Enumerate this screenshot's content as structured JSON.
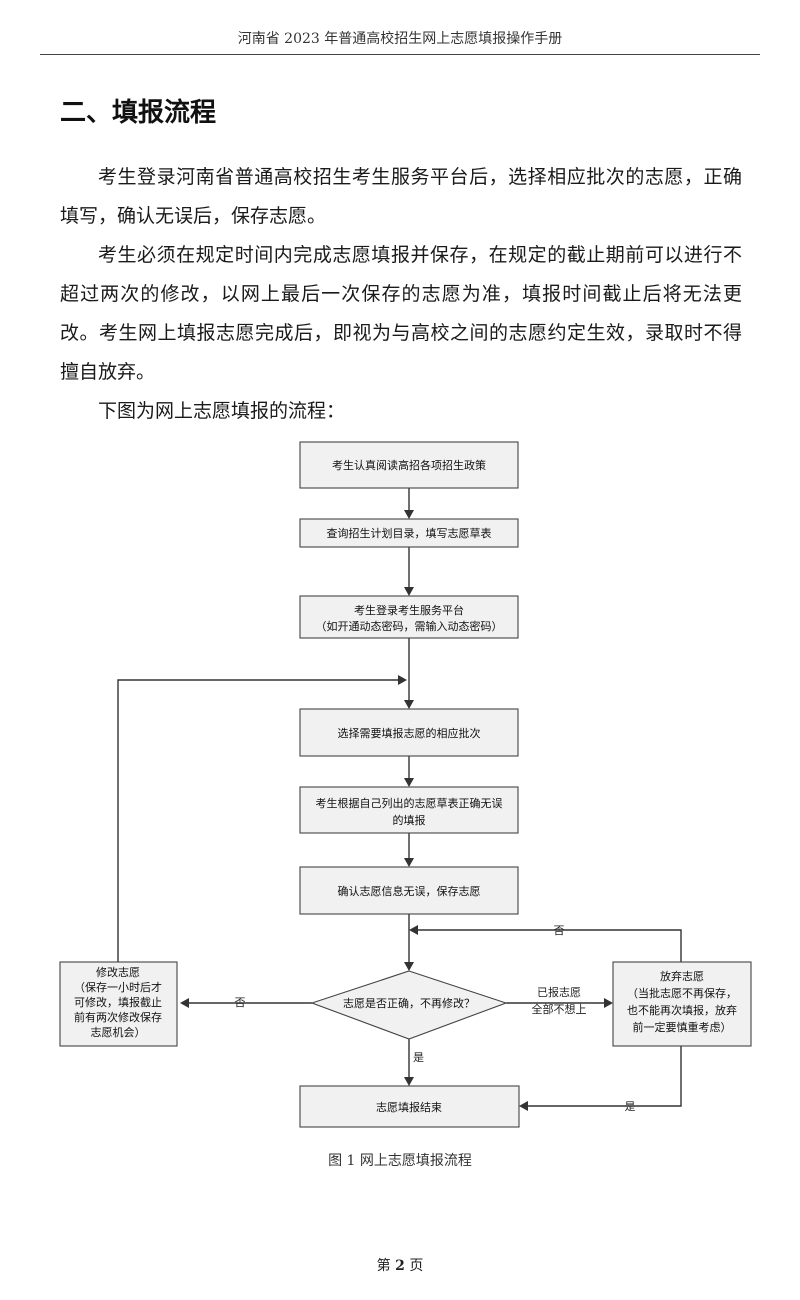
{
  "header": "河南省 2023 年普通高校招生网上志愿填报操作手册",
  "section_title": "二、填报流程",
  "paragraphs": [
    "考生登录河南省普通高校招生考生服务平台后，选择相应批次的志愿，正确填写，确认无误后，保存志愿。",
    "考生必须在规定时间内完成志愿填报并保存，在规定的截止期前可以进行不超过两次的修改，以网上最后一次保存的志愿为准，填报时间截止后将无法更改。考生网上填报志愿完成后，即视为与高校之间的志愿约定生效，录取时不得擅自放弃。",
    "下图为网上志愿填报的流程："
  ],
  "flowchart": {
    "step1": "考生认真阅读高招各项招生政策",
    "step2": "查询招生计划目录，填写志愿草表",
    "step3_line1": "考生登录考生服务平台",
    "step3_line2": "（如开通动态密码，需输入动态密码）",
    "step4": "选择需要填报志愿的相应批次",
    "step5_line1": "考生根据自己列出的志愿草表正确无误",
    "step5_line2": "的填报",
    "step6": "确认志愿信息无误，保存志愿",
    "decision": "志愿是否正确，不再修改？",
    "modify_title": "修改志愿",
    "modify_line1": "（保存一小时后才",
    "modify_line2": "可修改，填报截止",
    "modify_line3": "前有两次修改保存",
    "modify_line4": "志愿机会）",
    "abandon_title": "放弃志愿",
    "abandon_line1": "（当批志愿不再保存，",
    "abandon_line2": "也不能再次填报，放弃",
    "abandon_line3": "前一定要慎重考虑）",
    "end": "志愿填报结束",
    "label_no_left": "否",
    "label_yes_down": "是",
    "label_reported_line1": "已报志愿",
    "label_reported_line2": "全部不想上",
    "label_no_top": "否",
    "label_yes_right": "是"
  },
  "caption": "图 1  网上志愿填报流程",
  "page_prefix": "第",
  "page_number": "2",
  "page_suffix": "页"
}
